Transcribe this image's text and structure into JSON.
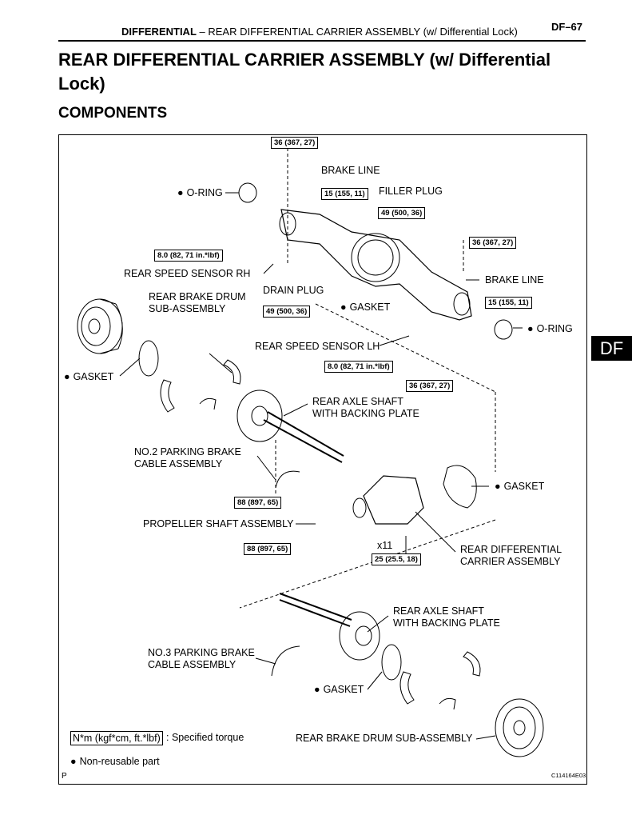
{
  "header": {
    "section": "DIFFERENTIAL",
    "dash": "–",
    "subsection": "REAR DIFFERENTIAL CARRIER ASSEMBLY (w/ Differential Lock)",
    "page_number": "DF–67"
  },
  "title": "REAR DIFFERENTIAL CARRIER ASSEMBLY (w/ Differential Lock)",
  "subtitle": "COMPONENTS",
  "side_tab": "DF",
  "labels": {
    "brake_line_top": "BRAKE LINE",
    "o_ring_left": "O-RING",
    "filler_plug": "FILLER PLUG",
    "rear_speed_sensor_rh": "REAR SPEED SENSOR RH",
    "brake_line_right": "BRAKE LINE",
    "drain_plug": "DRAIN PLUG",
    "rear_brake_drum_sub_top": "REAR BRAKE DRUM\nSUB-ASSEMBLY",
    "gasket_center": "GASKET",
    "o_ring_right": "O-RING",
    "rear_speed_sensor_lh": "REAR SPEED SENSOR LH",
    "gasket_left": "GASKET",
    "rear_axle_shaft_top": "REAR AXLE SHAFT\nWITH BACKING PLATE",
    "no2_parking_brake": "NO.2 PARKING BRAKE\nCABLE ASSEMBLY",
    "gasket_right": "GASKET",
    "propeller_shaft": "PROPELLER SHAFT ASSEMBLY",
    "x11": "x11",
    "rear_diff_carrier": "REAR DIFFERENTIAL\nCARRIER ASSEMBLY",
    "rear_axle_shaft_bottom": "REAR AXLE SHAFT\nWITH BACKING PLATE",
    "no3_parking_brake": "NO.3 PARKING BRAKE\nCABLE ASSEMBLY",
    "gasket_bottom": "GASKET",
    "rear_brake_drum_sub_bottom": "REAR BRAKE DRUM SUB-ASSEMBLY"
  },
  "torques": {
    "t1": "36 (367, 27)",
    "t2": "15 (155, 11)",
    "t3": "49 (500, 36)",
    "t4": "36 (367, 27)",
    "t5": "8.0 (82, 71 in.*lbf)",
    "t6": "15 (155, 11)",
    "t7": "49 (500, 36)",
    "t8": "8.0 (82, 71 in.*lbf)",
    "t9": "36 (367, 27)",
    "t10": "88 (897, 65)",
    "t11": "88 (897, 65)",
    "t12": "25 (25.5, 18)"
  },
  "legend": {
    "unit_box": "N*m (kgf*cm, ft.*lbf)",
    "unit_desc": ": Specified torque",
    "non_reusable": "Non-reusable part"
  },
  "footer": {
    "letter": "P",
    "code": "C114164E03"
  }
}
